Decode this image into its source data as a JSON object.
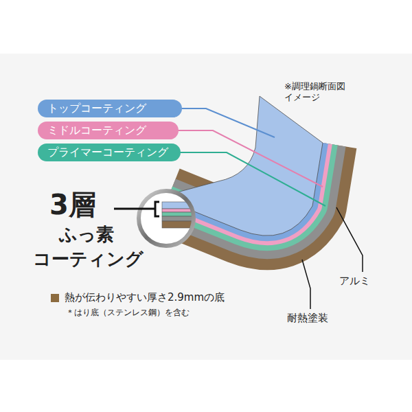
{
  "diagram": {
    "nodes": [
      {
        "text": [
          "トップコーティング"
        ]
      },
      {
        "text": [
          "ミドルコーティング"
        ]
      },
      {
        "text": [
          "プライマーコーティング"
        ]
      }
    ],
    "labels": [
      "※調理鍋断面図 イメージ",
      "3層",
      "ふっ素",
      "コーティング",
      "アルミ",
      "耐熱塗装",
      "＊はり底（ステンレス鋼）を含む"
    ],
    "legend": [
      {
        "text": "熱が伝わりやすい厚さ2.9mmの底",
        "color": "#8c6b3f"
      }
    ]
  }
}
